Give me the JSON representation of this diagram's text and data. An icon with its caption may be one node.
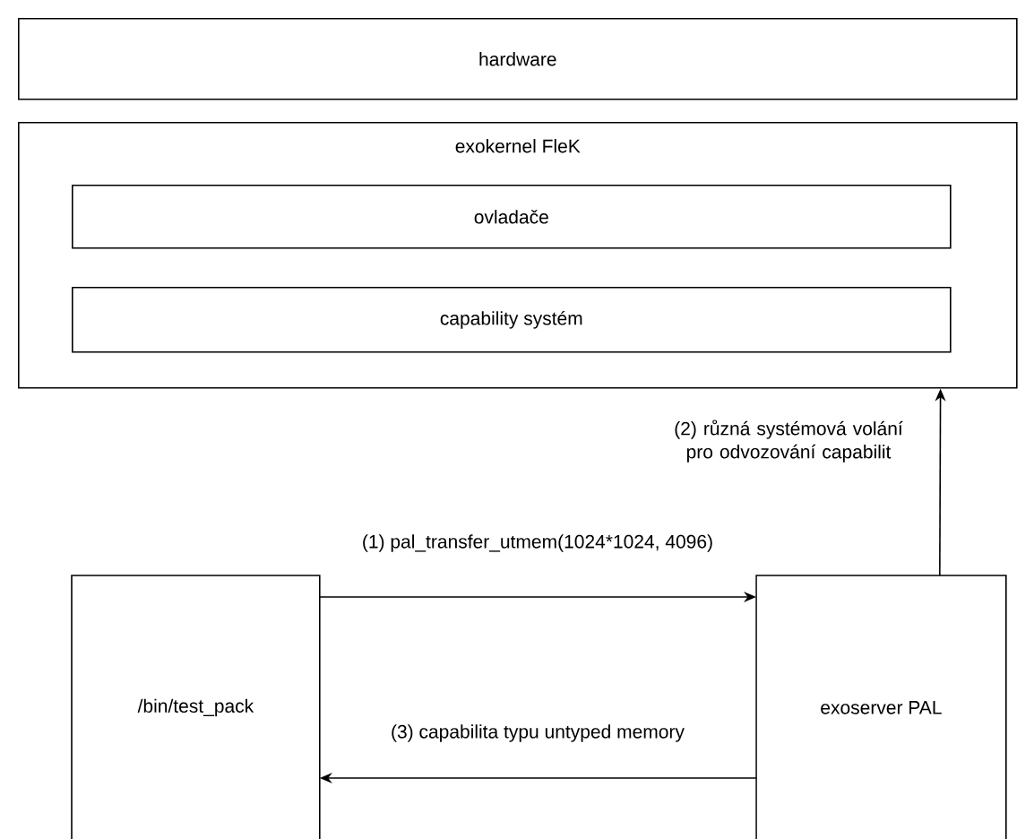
{
  "diagram": {
    "nodes": [
      {
        "text": [
          "hardware"
        ]
      },
      {
        "text": [
          "exokernel FleK"
        ]
      },
      {
        "text": [
          "ovladače"
        ],
        "in": 1
      },
      {
        "text": [
          "capability systém"
        ],
        "in": 1
      },
      {
        "text": [
          "/bin/test_pack"
        ]
      },
      {
        "text": [
          "exoserver PAL"
        ]
      }
    ],
    "edges": [
      {
        "from": 4,
        "to": 5,
        "arrow": "to",
        "label": "(1) pal_transfer_utmem(1024*1024, 4096)"
      },
      {
        "from": 5,
        "to": 1,
        "arrow": "to",
        "label": "(2) různá systémová volání pro odvozování capabilit"
      },
      {
        "from": 5,
        "to": 4,
        "arrow": "to",
        "label": "(3) capabilita typu untyped memory"
      }
    ]
  }
}
